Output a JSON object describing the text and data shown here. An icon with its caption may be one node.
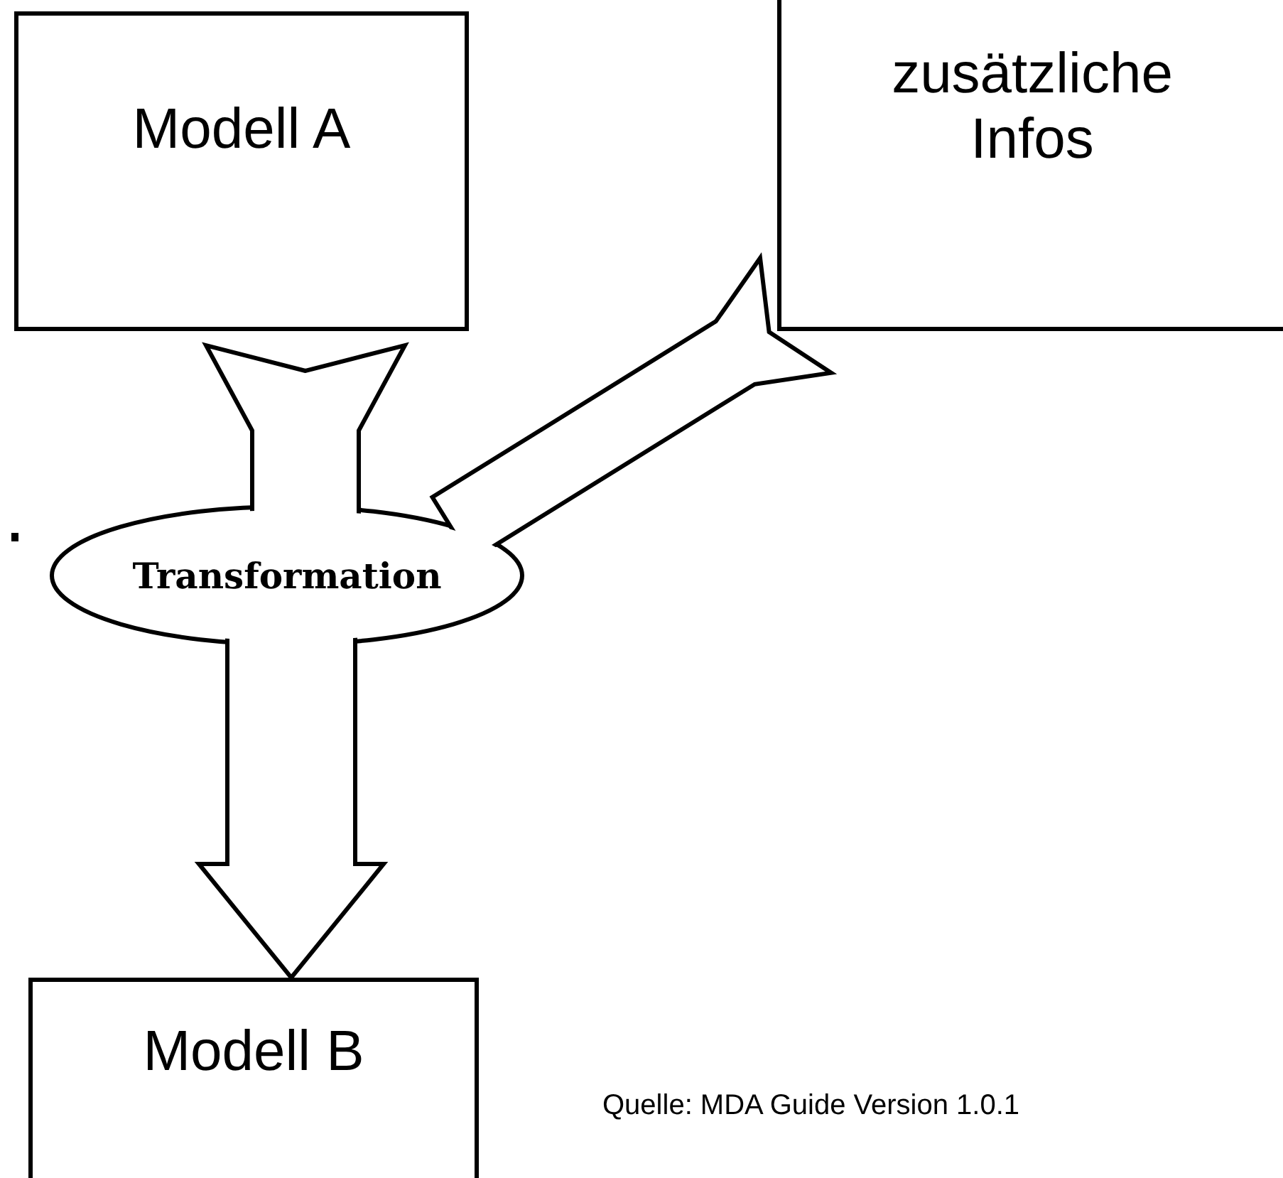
{
  "diagram": {
    "nodes": [
      {
        "text": [
          "Modell A"
        ]
      },
      {
        "text": [
          "zusätzliche Infos"
        ]
      },
      {
        "text": [
          "Transformation"
        ]
      },
      {
        "text": [
          "Modell B"
        ]
      }
    ],
    "edges": [
      {
        "from": 0,
        "to": 2,
        "arrow": "none"
      },
      {
        "from": 1,
        "to": 2,
        "arrow": "none"
      },
      {
        "from": 2,
        "to": 3,
        "arrow": "to"
      }
    ],
    "labels": [
      "Quelle: MDA Guide Version 1.0.1"
    ]
  }
}
